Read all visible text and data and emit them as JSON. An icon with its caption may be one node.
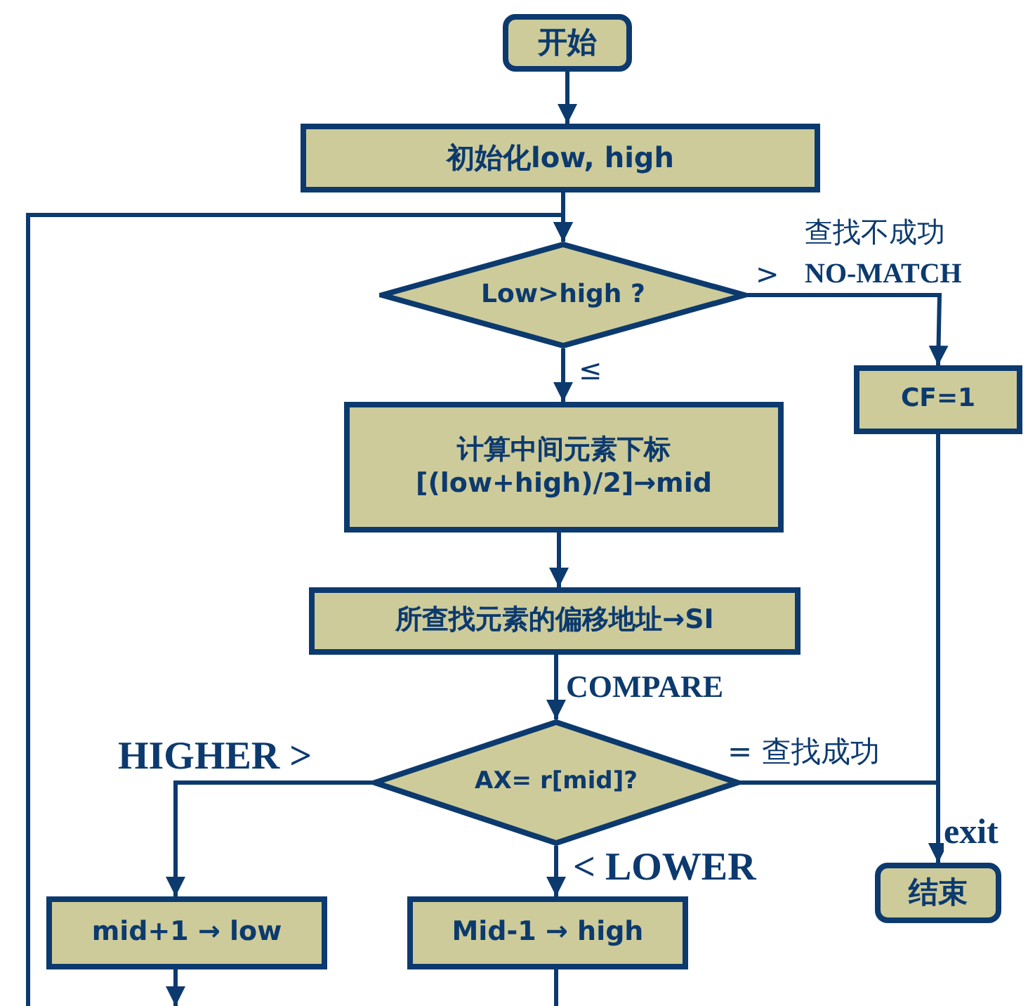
{
  "diagram": {
    "nodes": [
      {
        "text": [
          "开始"
        ]
      },
      {
        "text": [
          "初始化low, high"
        ]
      },
      {
        "text": [
          "Low>high ?"
        ]
      },
      {
        "text": [
          "CF=1"
        ]
      },
      {
        "text": [
          "计算中间元素下标",
          "[(low+high)/2]→mid"
        ]
      },
      {
        "text": [
          "所查找元素的偏移地址→SI"
        ]
      },
      {
        "text": [
          "AX= r[mid]?"
        ]
      },
      {
        "text": [
          "mid+1 → low"
        ]
      },
      {
        "text": [
          "Mid-1 → high"
        ]
      },
      {
        "text": [
          "结束"
        ]
      }
    ],
    "edges": [
      {
        "from": 0,
        "to": 1,
        "arrow": "to"
      },
      {
        "from": 1,
        "to": 2,
        "arrow": "to"
      },
      {
        "from": 2,
        "to": 3,
        "arrow": "to",
        "label": ">"
      },
      {
        "from": 2,
        "to": 4,
        "arrow": "to",
        "label": "≤"
      },
      {
        "from": 3,
        "to": 9,
        "arrow": "to"
      },
      {
        "from": 4,
        "to": 5,
        "arrow": "to"
      },
      {
        "from": 5,
        "to": 6,
        "arrow": "to",
        "label": "COMPARE"
      },
      {
        "from": 6,
        "to": 7,
        "arrow": "to",
        "label": "HIGHER >"
      },
      {
        "from": 6,
        "to": 8,
        "arrow": "to",
        "label": "< LOWER"
      },
      {
        "from": 6,
        "to": 9,
        "arrow": "to",
        "label": "= 查找成功"
      },
      {
        "from": null,
        "to": 2,
        "arrow": "to"
      },
      {
        "from": 7,
        "to": null,
        "arrow": "to"
      },
      {
        "from": 8,
        "to": null,
        "arrow": "none"
      }
    ],
    "labels": [
      "查找不成功",
      "NO-MATCH",
      "exit"
    ]
  }
}
